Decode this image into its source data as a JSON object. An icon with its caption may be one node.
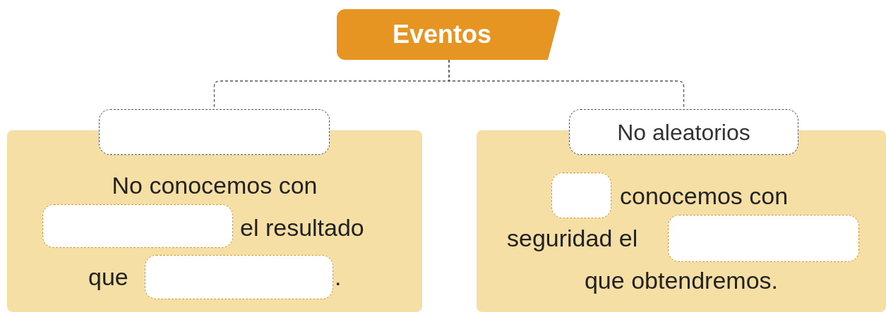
{
  "diagram": {
    "nodes": [
      {
        "text": [
          "Eventos"
        ]
      },
      {
        "text": [],
        "shape": "box"
      },
      {
        "text": [
          "No aleatorios"
        ]
      },
      {
        "text": [
          "No conocemos con",
          "el resultado",
          "que",
          "."
        ]
      },
      {
        "text": [
          "conocemos con",
          "seguridad el",
          "que obtendremos."
        ]
      }
    ],
    "edges": [
      {
        "from": 0,
        "to": 1,
        "arrow": "none",
        "style": "dashed"
      },
      {
        "from": 0,
        "to": 2,
        "arrow": "none",
        "style": "dashed"
      }
    ]
  }
}
